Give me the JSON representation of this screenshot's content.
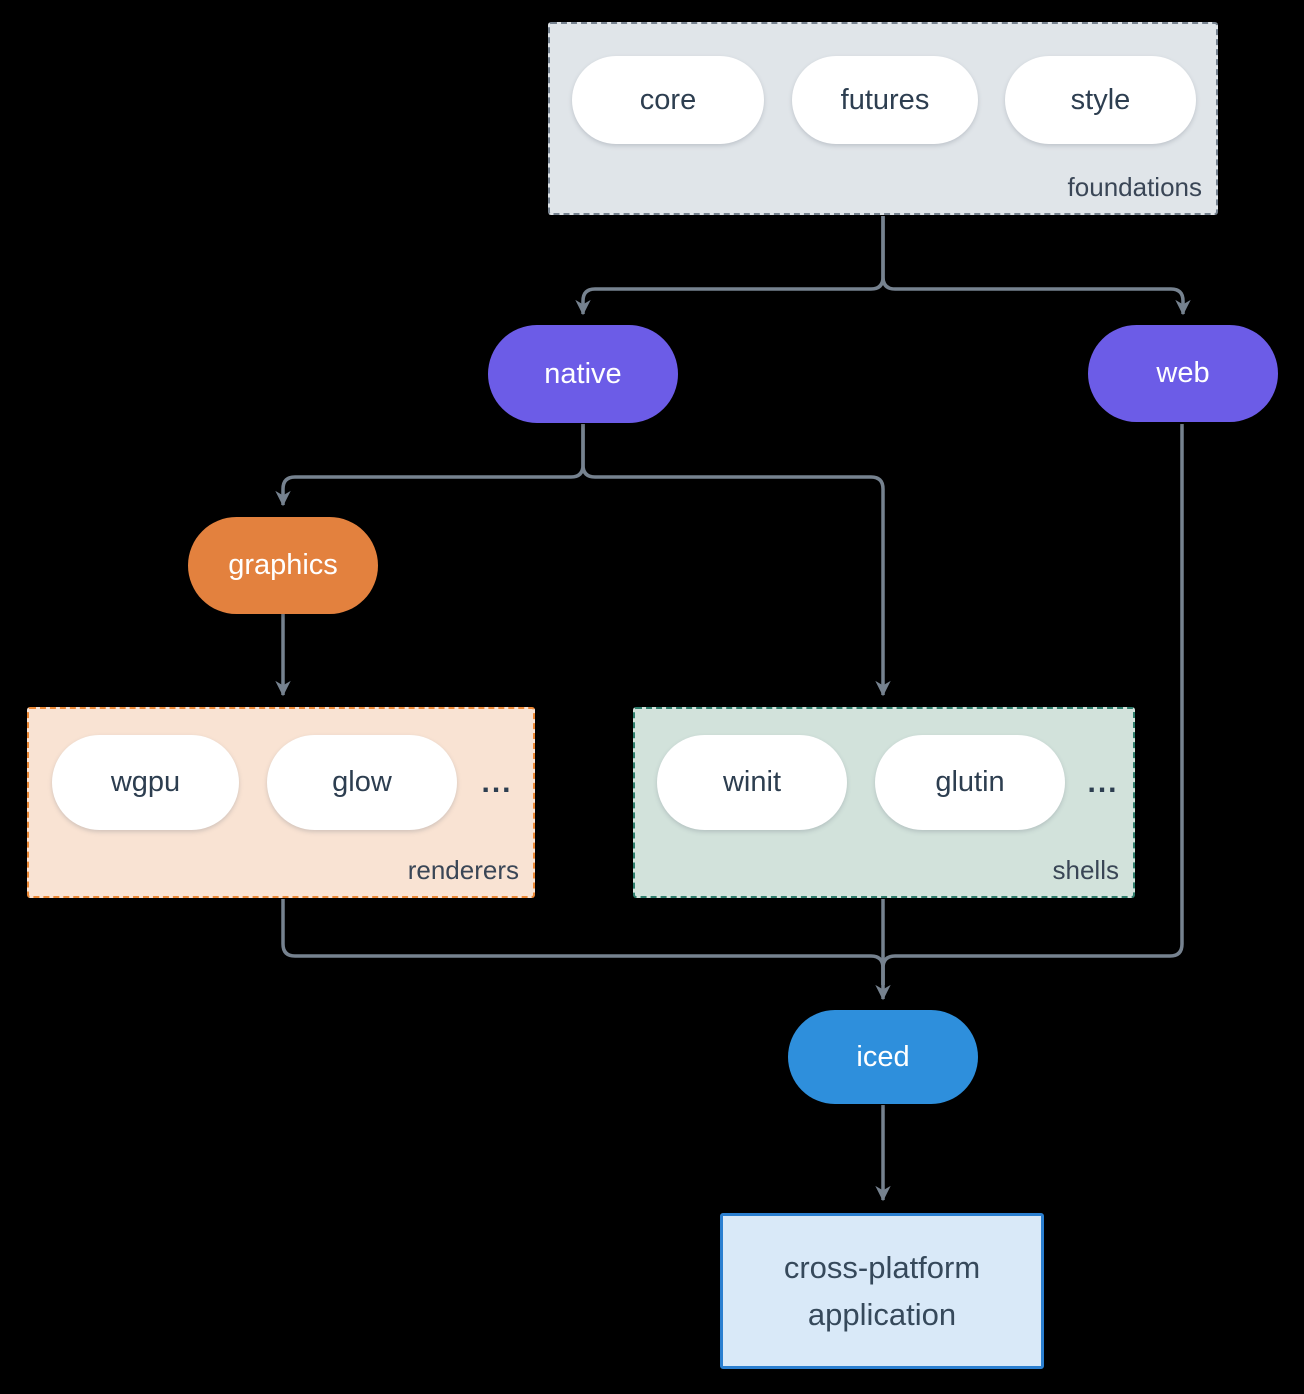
{
  "foundations": {
    "label": "foundations",
    "pills": [
      "core",
      "futures",
      "style"
    ]
  },
  "nodes": {
    "native": {
      "label": "native"
    },
    "web": {
      "label": "web"
    },
    "graphics": {
      "label": "graphics"
    },
    "iced": {
      "label": "iced"
    },
    "application": {
      "label": "cross-platform application"
    }
  },
  "renderers": {
    "label": "renderers",
    "pills": [
      "wgpu",
      "glow"
    ],
    "ellipsis": "..."
  },
  "shells": {
    "label": "shells",
    "pills": [
      "winit",
      "glutin"
    ],
    "ellipsis": "..."
  },
  "edges": [
    {
      "from": "foundations",
      "to": "native"
    },
    {
      "from": "foundations",
      "to": "web"
    },
    {
      "from": "native",
      "to": "graphics"
    },
    {
      "from": "native",
      "to": "shells"
    },
    {
      "from": "graphics",
      "to": "renderers"
    },
    {
      "from": "renderers",
      "to": "iced"
    },
    {
      "from": "shells",
      "to": "iced"
    },
    {
      "from": "web",
      "to": "iced"
    },
    {
      "from": "iced",
      "to": "application"
    }
  ],
  "colors": {
    "background": "#000000",
    "connector": "#76828F",
    "node_purple": "#6C5CE7",
    "node_orange": "#E3813E",
    "node_blue": "#2E8FDC",
    "pill_white": "#FFFFFF",
    "text_dark": "#2D3E50",
    "foundations_bg": "#E0E5E9",
    "foundations_border": "#76828F",
    "renderers_bg": "#F9E3D3",
    "renderers_border": "#ED8936",
    "shells_bg": "#D2E2DB",
    "shells_border": "#2F7E6D",
    "application_bg": "#D9E9F8",
    "application_border": "#2B7FD0"
  }
}
